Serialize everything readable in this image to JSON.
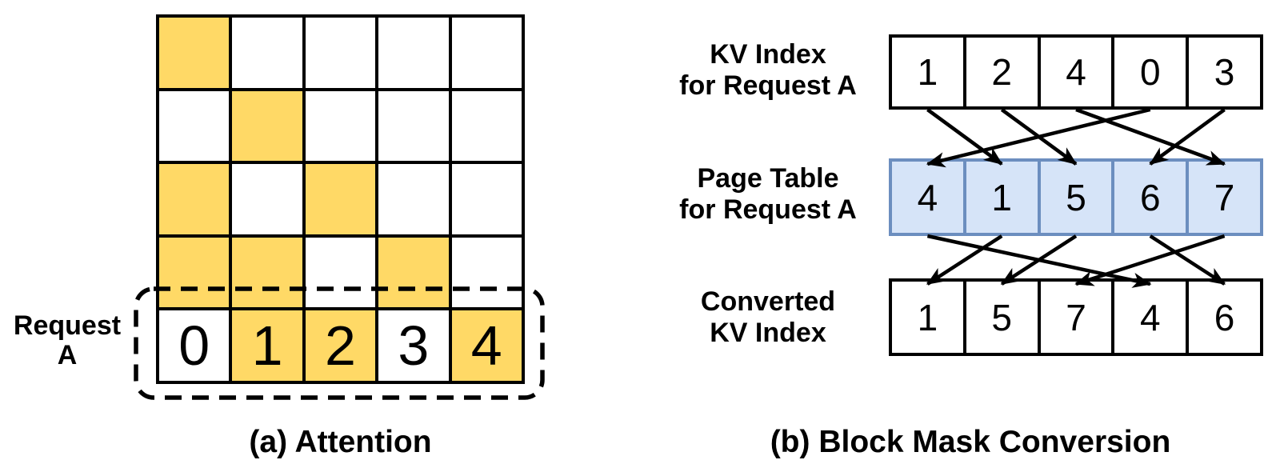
{
  "figure": {
    "caption_a": "(a) Attention",
    "caption_b": "(b) Block Mask Conversion"
  },
  "attention": {
    "request_label_lines": [
      "Request",
      "A"
    ],
    "mask_rows": [
      [
        1,
        0,
        0,
        0,
        0
      ],
      [
        0,
        1,
        0,
        0,
        0
      ],
      [
        1,
        0,
        1,
        0,
        0
      ],
      [
        1,
        1,
        0,
        1,
        0
      ],
      [
        0,
        1,
        1,
        0,
        1
      ]
    ],
    "block_labels": [
      "0",
      "1",
      "2",
      "3",
      "4"
    ]
  },
  "conversion": {
    "kv_index": {
      "label_lines": [
        "KV Index",
        "for Request A"
      ],
      "values": [
        "1",
        "2",
        "4",
        "0",
        "3"
      ],
      "highlighted": [
        true,
        true,
        true,
        false,
        false
      ]
    },
    "page_table": {
      "label_lines": [
        "Page Table",
        "for Request A"
      ],
      "values": [
        "4",
        "1",
        "5",
        "6",
        "7"
      ]
    },
    "converted": {
      "label_lines": [
        "Converted",
        "KV Index"
      ],
      "values": [
        "1",
        "5",
        "7",
        "4",
        "6"
      ],
      "highlighted": [
        true,
        true,
        true,
        false,
        false
      ]
    },
    "kv_to_page_mapping": [
      1,
      2,
      4,
      0,
      3
    ]
  },
  "colors": {
    "highlight_yellow": "#FFD966",
    "page_table_fill": "#D6E4F8",
    "page_table_border": "#6C8EBF",
    "line_black": "#000000"
  }
}
